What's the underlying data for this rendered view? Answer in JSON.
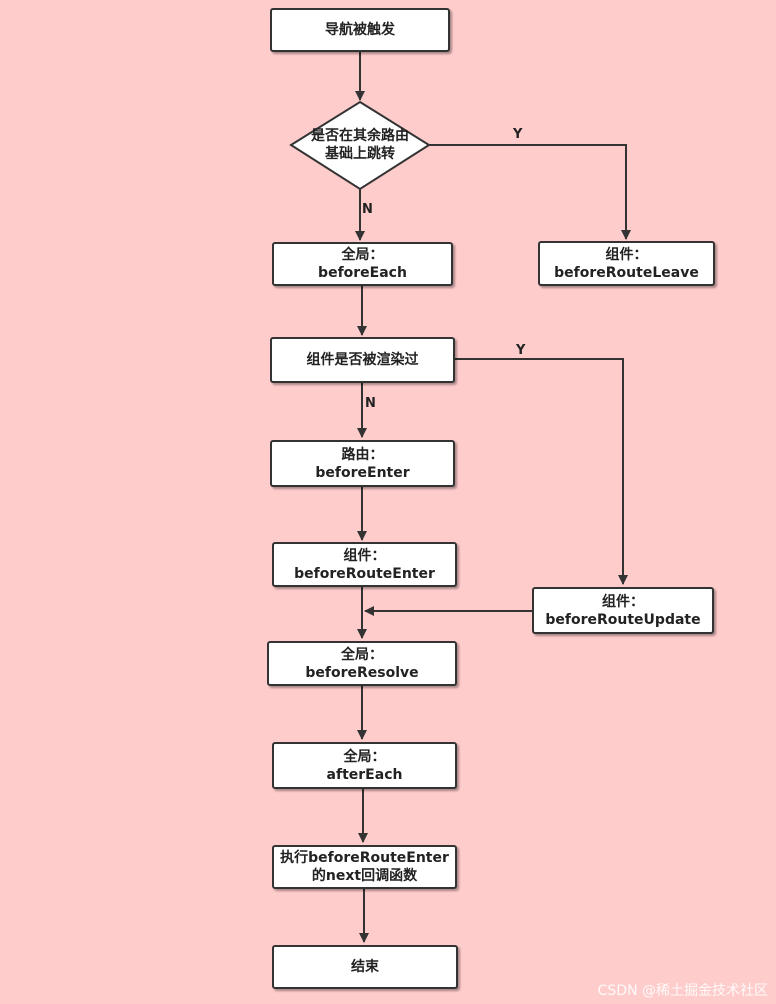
{
  "nodes": {
    "start": "导航被触发",
    "decision1": [
      "是否在其余路由",
      "基础上跳转"
    ],
    "before_each": [
      "全局：",
      "beforeEach"
    ],
    "before_route_leave": [
      "组件：",
      "beforeRouteLeave"
    ],
    "rendered_check": "组件是否被渲染过",
    "before_enter": [
      "路由：",
      "beforeEnter"
    ],
    "before_route_enter": [
      "组件：",
      "beforeRouteEnter"
    ],
    "before_route_update": [
      "组件：",
      "beforeRouteUpdate"
    ],
    "before_resolve": [
      "全局：",
      "beforeResolve"
    ],
    "after_each": [
      "全局：",
      "afterEach"
    ],
    "next_callback": [
      "执行beforeRouteEnter",
      "的next回调函数"
    ],
    "end": "结束"
  },
  "edge_labels": {
    "decision1_yes": "Y",
    "decision1_no": "N",
    "rendered_yes": "Y",
    "rendered_no": "N"
  },
  "watermark": "CSDN @稀土掘金技术社区",
  "colors": {
    "background": "#ffcccc",
    "box": "#ffffff",
    "line": "#333333"
  }
}
